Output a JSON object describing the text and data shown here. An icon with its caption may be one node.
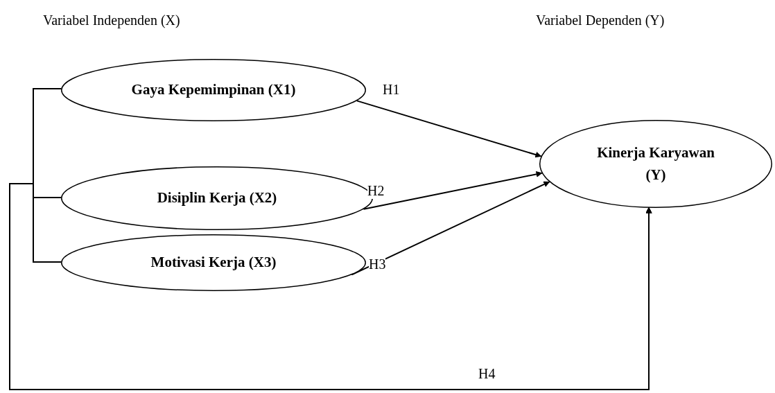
{
  "diagram": {
    "nodes": [
      {
        "text": [
          "Gaya Kepemimpinan (X1)"
        ]
      },
      {
        "text": [
          "Disiplin Kerja (X2)"
        ]
      },
      {
        "text": [
          "Motivasi Kerja (X3)"
        ]
      },
      {
        "text": [
          "Kinerja Karyawan (Y)"
        ]
      }
    ],
    "edges": [
      {
        "from": 0,
        "to": 3,
        "arrow": "to",
        "label": "H1"
      },
      {
        "from": 1,
        "to": 3,
        "arrow": "to",
        "label": "H2"
      },
      {
        "from": 2,
        "to": 3,
        "arrow": "to",
        "label": "H3"
      },
      {
        "from": 0,
        "to": 3,
        "arrow": "to",
        "label": "H4"
      },
      {
        "from": 1,
        "to": 3,
        "arrow": "to"
      },
      {
        "from": 2,
        "to": 3,
        "arrow": "to"
      }
    ],
    "labels": [
      "Variabel Independen (X)",
      "Variabel Dependen (Y)"
    ]
  }
}
